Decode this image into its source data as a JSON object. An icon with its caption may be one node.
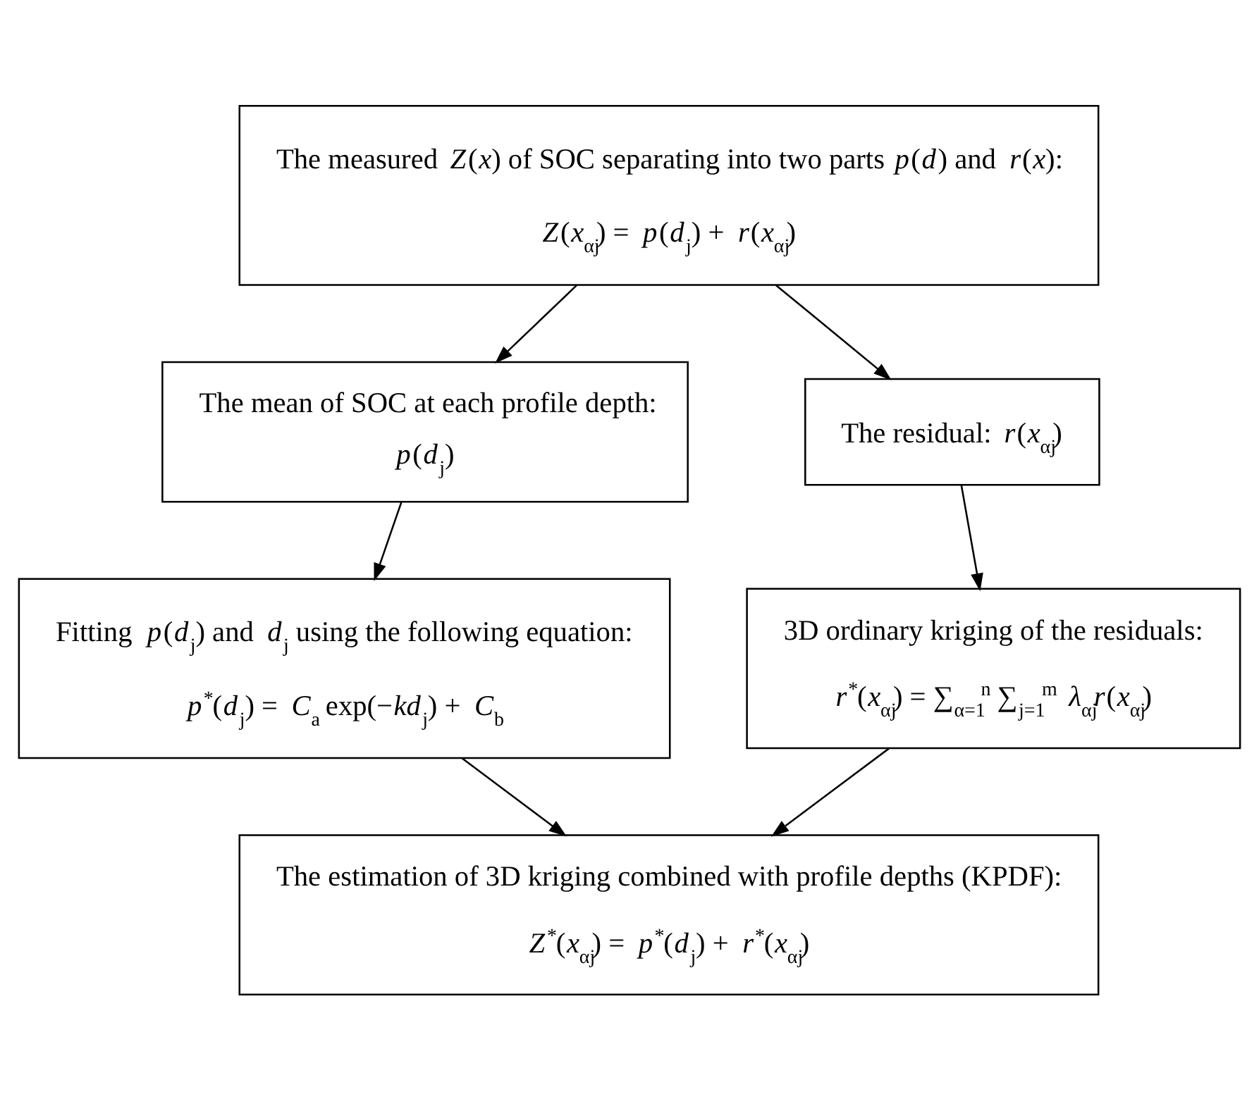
{
  "diagram": {
    "nodes": [
      {
        "text": [
          "The measured *Z*(*x*) of SOC separating into two parts *p*(*d*) and *r*(*x*):",
          "*Z*(*x*$_{αj}$) = *p*(*d*$_{j}$) + *r*(*x*$_{αj}$)"
        ]
      },
      {
        "text": [
          "The mean of SOC at each profile depth:",
          "*p*(*d*$_{j}$)"
        ]
      },
      {
        "text": [
          "The residual: *r*(*x*$_{αj}$)"
        ]
      },
      {
        "text": [
          "Fitting *p*(*d*$_{j}$) and *d*$_{j}$ using the following equation:",
          "*p*$^{*}$(*d*$_{j}$) = *C*$_{a}$ exp(−*kd*$_{j}$) + *C*$_{b}$"
        ]
      },
      {
        "text": [
          "3D ordinary kriging of the residuals:",
          "*r*$^{*}$(*x*$_{αj}$) = ∑$_{α=1}$$^{n}$ ∑$_{j=1}$$^{m}$ *λ*$_{αj}$*r*(*x*$_{αj}$)"
        ]
      },
      {
        "text": [
          "The estimation of 3D kriging combined with profile depths (KPDF):",
          "*Z*$^{*}$(*x*$_{αj}$) = *p*$^{*}$(*d*$_{j}$) + *r*$^{*}$(*x*$_{αj}$)"
        ]
      }
    ],
    "edges": [
      {
        "from": 0,
        "to": 1,
        "arrow": "to"
      },
      {
        "from": 0,
        "to": 2,
        "arrow": "to"
      },
      {
        "from": 1,
        "to": 3,
        "arrow": "to"
      },
      {
        "from": 2,
        "to": 4,
        "arrow": "to"
      },
      {
        "from": 3,
        "to": 5,
        "arrow": "to"
      },
      {
        "from": 4,
        "to": 5,
        "arrow": "to"
      }
    ]
  }
}
